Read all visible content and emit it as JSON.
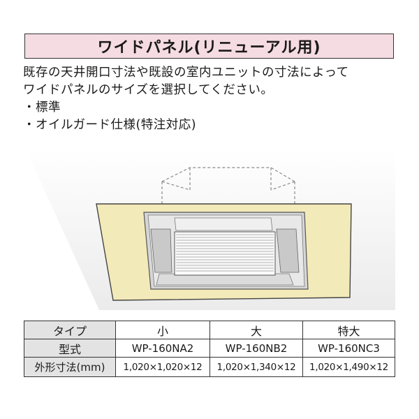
{
  "title": "ワイドパネル(リニューアル用)",
  "description": {
    "lines": [
      "既存の天井開口寸法や既設の室内ユニットの寸法によって",
      "ワイドパネルのサイズを選択してください。"
    ],
    "bullets": [
      "・標準",
      "・オイルガード仕様(特注対応)"
    ]
  },
  "colors": {
    "title_bg": "#f5dbe2",
    "panel_fill": "#f3eab9",
    "label_bg": "#e3e3e3"
  },
  "table": {
    "rows": [
      {
        "label": "タイプ",
        "cells": [
          "小",
          "大",
          "特大"
        ]
      },
      {
        "label": "型式",
        "cells": [
          "WP-160NA2",
          "WP-160NB2",
          "WP-160NC3"
        ]
      },
      {
        "label": "外形寸法(mm)",
        "cells": [
          "1,020×1,020×12",
          "1,020×1,340×12",
          "1,020×1,490×12"
        ]
      }
    ]
  }
}
